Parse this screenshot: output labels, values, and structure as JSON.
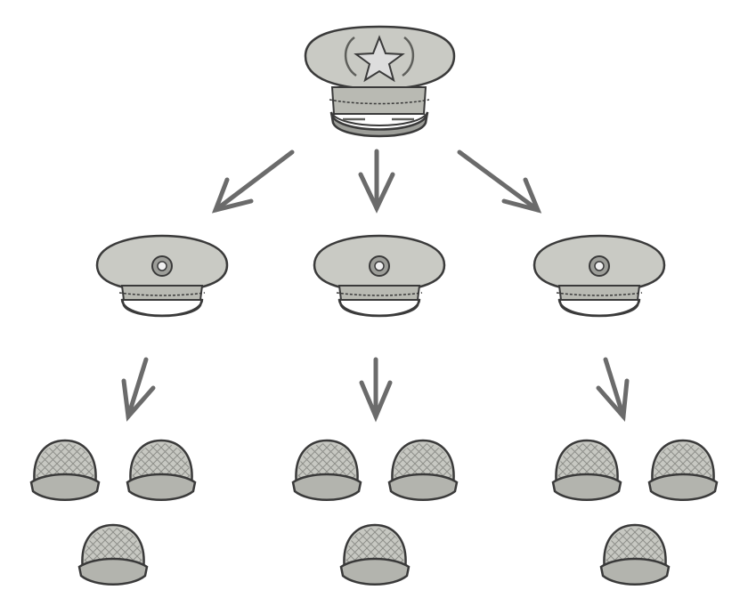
{
  "diagram": {
    "type": "military-rank-hierarchy",
    "levels": [
      {
        "rank": "general",
        "icon": "officer-cap-with-star-icon",
        "count": 1
      },
      {
        "rank": "officer",
        "icon": "peaked-cap-icon",
        "count": 3
      },
      {
        "rank": "soldier",
        "icon": "netted-helmet-icon",
        "count": 9
      }
    ],
    "connections": [
      {
        "from": "general",
        "to": "officer-1"
      },
      {
        "from": "general",
        "to": "officer-2"
      },
      {
        "from": "general",
        "to": "officer-3"
      },
      {
        "from": "officer-1",
        "to": "squad-1"
      },
      {
        "from": "officer-2",
        "to": "squad-2"
      },
      {
        "from": "officer-3",
        "to": "squad-3"
      }
    ],
    "squads": [
      {
        "leader": "officer-1",
        "soldiers": 3
      },
      {
        "leader": "officer-2",
        "soldiers": 3
      },
      {
        "leader": "officer-3",
        "soldiers": 3
      }
    ]
  },
  "colors": {
    "cap_body": "#c9cac4",
    "cap_band": "#b9bab3",
    "brim": "#9d9e99",
    "outline": "#3a3a3a",
    "arrow": "#6b6b6b",
    "badge": "#dddddd",
    "helmet": "#c7c8c2",
    "net": "#8e8f8a",
    "background": "#ffffff"
  }
}
